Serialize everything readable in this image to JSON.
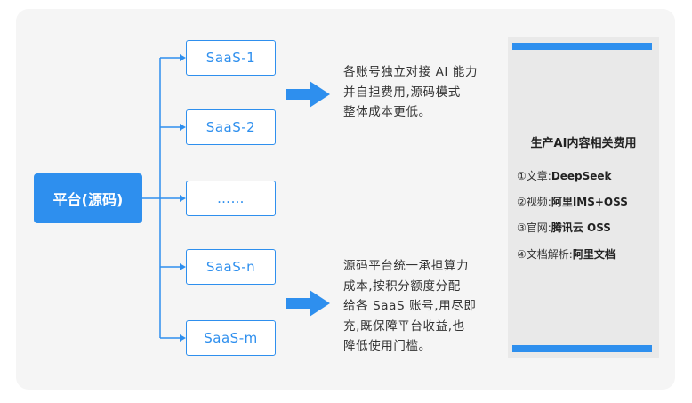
{
  "root_label": "平台(源码)",
  "boxes": [
    {
      "label": "SaaS-1"
    },
    {
      "label": "SaaS-2"
    },
    {
      "label": "……"
    },
    {
      "label": "SaaS-n"
    },
    {
      "label": "SaaS-m"
    }
  ],
  "note_top": [
    "各账号独立对接 AI 能力",
    "并自担费用,源码模式",
    "整体成本更低。"
  ],
  "note_bottom": [
    "源码平台统一承担算力",
    "成本,按积分额度分配",
    "给各 SaaS 账号,用尽即",
    "充,既保障平台收益,也",
    "降低使用门槛。"
  ],
  "panel": {
    "title": "生产AI内容相关费用",
    "items": [
      {
        "prefix": "①文章:",
        "value": "DeepSeek"
      },
      {
        "prefix": "②视频:",
        "value": "阿里IMS+OSS"
      },
      {
        "prefix": "③官网:",
        "value": "腾讯云 OSS"
      },
      {
        "prefix": "④文档解析:",
        "value": "阿里文档"
      }
    ]
  },
  "colors": {
    "accent": "#2e8fee",
    "card_bg": "#f5f5f5",
    "panel_bg": "#e9e9e9"
  }
}
